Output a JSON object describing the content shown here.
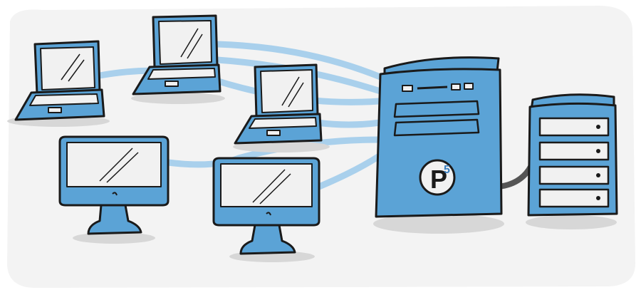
{
  "diagram": {
    "colors": {
      "device_fill": "#5ba3d6",
      "screen_fill": "#f1f1f1",
      "outline": "#1a1a1a",
      "link": "#a9d0ec",
      "shadow": "#d7d7d7",
      "background": "#f3f3f3",
      "cable": "#555555"
    },
    "logo": {
      "letter": "P",
      "superscript": "5"
    },
    "nodes": [
      {
        "id": "laptop-1",
        "icon": "laptop-icon"
      },
      {
        "id": "laptop-2",
        "icon": "laptop-icon"
      },
      {
        "id": "laptop-3",
        "icon": "laptop-icon"
      },
      {
        "id": "monitor-1",
        "icon": "desktop-monitor-icon"
      },
      {
        "id": "monitor-2",
        "icon": "desktop-monitor-icon"
      },
      {
        "id": "server",
        "icon": "server-tower-icon"
      },
      {
        "id": "storage",
        "icon": "storage-rack-icon"
      }
    ],
    "connections": [
      {
        "from": "laptop-1",
        "to": "server"
      },
      {
        "from": "laptop-2",
        "to": "server"
      },
      {
        "from": "laptop-3",
        "to": "server"
      },
      {
        "from": "monitor-1",
        "to": "server"
      },
      {
        "from": "monitor-2",
        "to": "server"
      },
      {
        "from": "server",
        "to": "storage"
      }
    ]
  }
}
